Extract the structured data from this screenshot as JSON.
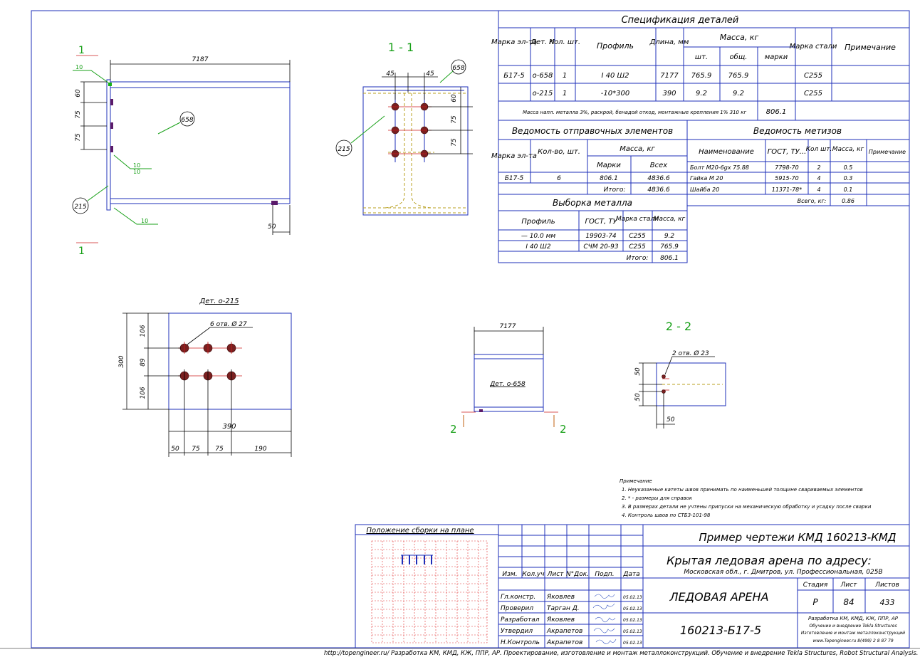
{
  "spec_table": {
    "title": "Спецификация деталей",
    "headers": {
      "mark": "Марка эл-та",
      "det": "Дет. N",
      "qty": "Кол. шт.",
      "profile": "Профиль",
      "length": "Длина, мм",
      "mass": "Масса, кг",
      "mass_unit": "шт.",
      "mass_total": "общ.",
      "mass_mark": "марки",
      "steel": "Марка стали",
      "note": "Примечание"
    },
    "rows": [
      {
        "mark": "Б17-5",
        "det": "о-658",
        "qty": "1",
        "profile": "I 40 Ш2",
        "length": "7177",
        "unit": "765.9",
        "total": "765.9",
        "steel": "С255"
      },
      {
        "mark": "",
        "det": "о-215",
        "qty": "1",
        "profile": "-10*300",
        "length": "390",
        "unit": "9.2",
        "total": "9.2",
        "steel": "С255"
      }
    ],
    "footer_note": "Масса напл. металла 3%, раскрой, бенадой откод, монтажные крепления 1%   310 кг",
    "footer_mass": "806.1"
  },
  "shipping_table": {
    "title": "Ведомость отправочных элементов",
    "headers": {
      "mark": "Марка эл-та",
      "qty": "Кол-во, шт.",
      "mass": "Масса, кг",
      "mass_mark": "Марки",
      "mass_all": "Всех"
    },
    "row": {
      "mark": "Б17-5",
      "qty": "6",
      "mass_mark": "806.1",
      "mass_all": "4836.6"
    },
    "total_label": "Итого:",
    "total": "4836.6"
  },
  "hardware_table": {
    "title": "Ведомость метизов",
    "headers": {
      "name": "Наименование",
      "gost": "ГОСТ, ТУ...",
      "qty": "Кол шт.",
      "mass": "Масса, кг",
      "note": "Примечание"
    },
    "rows": [
      {
        "name": "Болт М20-6gх 75.88",
        "gost": "7798-70",
        "qty": "2",
        "mass": "0.5"
      },
      {
        "name": "Гайка М 20",
        "gost": "5915-70",
        "qty": "4",
        "mass": "0.3"
      },
      {
        "name": "Шайба 20",
        "gost": "11371-78*",
        "qty": "4",
        "mass": "0.1"
      }
    ],
    "total_label": "Всего, кг:",
    "total": "0.86"
  },
  "metal_table": {
    "title": "Выборка металла",
    "headers": {
      "profile": "Профиль",
      "gost": "ГОСТ, ТУ",
      "steel": "Марка стали",
      "mass": "Масса, кг"
    },
    "rows": [
      {
        "profile": "— 10.0 мм",
        "gost": "19903-74",
        "steel": "С255",
        "mass": "9.2"
      },
      {
        "profile": "I 40 Ш2",
        "gost": "СЧМ 20-93",
        "steel": "С255",
        "mass": "765.9"
      }
    ],
    "total_label": "Итого:",
    "total": "806.1"
  },
  "drawing_main": {
    "section_marks": [
      "1",
      "1"
    ],
    "weld_labels": [
      "10",
      "10",
      "10",
      "10"
    ],
    "dims": {
      "length": "7187",
      "d60": "60",
      "d75a": "75",
      "d75b": "75",
      "d50": "50"
    },
    "callouts": {
      "beam": "658",
      "plate": "215"
    }
  },
  "section_11": {
    "title": "1 - 1",
    "dims": {
      "d45a": "45",
      "d45b": "45",
      "d60": "60",
      "d75a": "75",
      "d75b": "75"
    },
    "callouts": {
      "beam": "658",
      "plate": "215"
    }
  },
  "plate_detail": {
    "title": "Дет. о-215",
    "holes_label": "6 отв. Ø 27",
    "dims": {
      "h106a": "106",
      "h89": "89",
      "h106b": "106",
      "h300": "300",
      "w390": "390",
      "w50": "50",
      "w75a": "75",
      "w75b": "75",
      "w190": "190"
    }
  },
  "beam_detail": {
    "length": "7177",
    "label": "Дет. о-658",
    "section_marks": [
      "2",
      "2"
    ]
  },
  "section_22": {
    "title": "2 - 2",
    "holes_label": "2 отв. Ø 23",
    "dims": {
      "d50a": "50",
      "d50b": "50",
      "d50c": "50"
    }
  },
  "notes": {
    "title": "Примечание",
    "lines": [
      "1. Неуказанные катеты швов принимать по наименьшей толщине свариваемых элементов",
      "2. * - размеры для справок",
      "3. В размерах детали не учтены припуски на механическую обработку и усадку после сварки",
      "4. Контроль швов по СТБ3-101-98"
    ]
  },
  "title_block": {
    "plan_title": "Положение сборки на плане",
    "project": "Пример чертежи КМД  160213-КМД",
    "object": "Крытая ледовая арена по адресу:",
    "address": "Московская обл., г. Дмитров, ул. Профессиональная, 025В",
    "sheet_name": "ЛЕДОВАЯ АРЕНА",
    "drawing_code": "160213-Б17-5",
    "col_headers": [
      "Изм.",
      "Кол.уч",
      "Лист",
      "N°Док.",
      "Подп.",
      "Дата"
    ],
    "roles": [
      {
        "role": "Гл.констр.",
        "name": "Яковлев",
        "date": "05.02.13"
      },
      {
        "role": "Проверил",
        "name": "Тарган Д.",
        "date": "05.02.13"
      },
      {
        "role": "Разработал",
        "name": "Яковлев",
        "date": "05.02.13"
      },
      {
        "role": "Утвердил",
        "name": "Акрапетов",
        "date": "05.02.13"
      },
      {
        "role": "Н.Контроль",
        "name": "Акрапетов",
        "date": "05.02.13"
      }
    ],
    "stage_label": "Стадия",
    "sheet_label": "Лист",
    "sheets_label": "Листов",
    "stage": "Р",
    "sheet": "84",
    "sheets": "433",
    "company_lines": [
      "Разработка КМ, КМД, КЖ, ППР, АР",
      "Обучение и внедрение Tekla Structures",
      "Изготовление и монтаж металлоконструкций",
      "www.Topengineer.ru   8(499) 2 8 87 79"
    ]
  },
  "footer": "http://topengineer.ru/  Разработка КМ, КМД, КЖ, ППР, АР. Проектирование, изготовление и монтаж металлоконструкций. Обучение и внедрение Tekla Structures, Robot Structural Analysis."
}
